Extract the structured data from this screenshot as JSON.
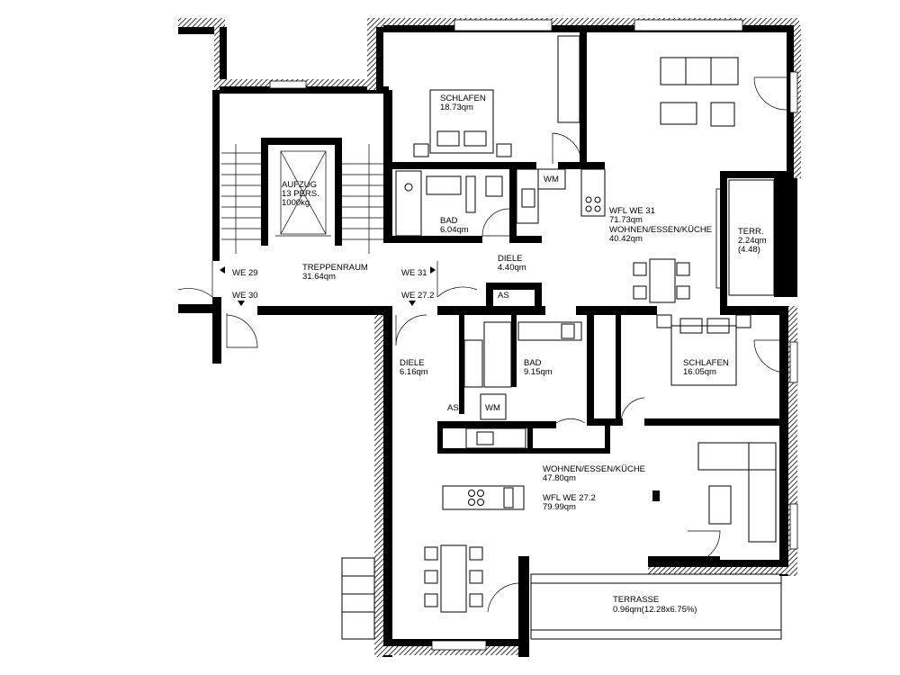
{
  "rooms": {
    "staircase": {
      "name": "TREPPENRAUM",
      "area": "31.64qm"
    },
    "elevator": {
      "name": "AUFZUG",
      "capacity": "13 PERS.",
      "load": "1000kg"
    },
    "apt31": {
      "unit": "WFL WE 31",
      "total": "71.73qm",
      "living_name": "WOHNEN/ESSEN/KÜCHE",
      "living_area": "40.42qm",
      "bedroom_name": "SCHLAFEN",
      "bedroom_area": "18.73qm",
      "bath_name": "BAD",
      "bath_area": "6.04qm",
      "hall_name": "DIELE",
      "hall_area": "4.40qm",
      "terrace_name": "TERR.",
      "terrace_area": "2.24qm",
      "terrace_gross": "(4.48)",
      "wm": "WM",
      "as": "AS"
    },
    "apt272": {
      "unit": "WFL WE 27.2",
      "total": "79.99qm",
      "living_name": "WOHNEN/ESSEN/KÜCHE",
      "living_area": "47.80qm",
      "bedroom_name": "SCHLAFEN",
      "bedroom_area": "16.05qm",
      "bath_name": "BAD",
      "bath_area": "9.15qm",
      "hall_name": "DIELE",
      "hall_area": "6.16qm",
      "terrace_name": "TERRASSE",
      "terrace_area": "0.96qm(12.28x6.75%)",
      "wm": "WM",
      "as": "AS"
    }
  },
  "doors": {
    "we29": "WE 29",
    "we30": "WE 30",
    "we31": "WE 31",
    "we272": "WE 27.2"
  }
}
